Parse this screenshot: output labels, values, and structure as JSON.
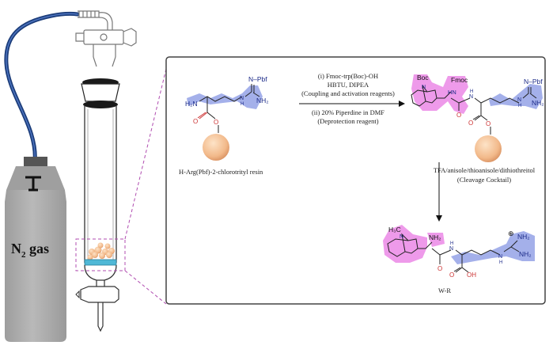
{
  "cylinder": {
    "label_main": "N",
    "label_sub": "2",
    "label_rest": " gas"
  },
  "reaction": {
    "reagent_lines": [
      "(i) Fmoc-trp(Boc)-OH",
      "HBTU, DIPEA",
      "(Coupling and activation reagents)",
      "(ii) 20% Piperdine in DMF",
      "(Deprotection reagent)"
    ],
    "starting_material": "H-Arg(Pbf)-2-chlorotrityl resin",
    "cleavage_lines": [
      "TFA/anisole/thioanisole/dithiothreitol",
      "(Cleavage Cocktail)"
    ],
    "product_label": "W-R"
  },
  "groups": {
    "pbf": "N–Pbf",
    "h2n": "H₂N",
    "nh2": "NH₂",
    "boc": "Boc",
    "fmoc": "Fmoc",
    "hn": "HN",
    "h": "H",
    "n": "N",
    "o": "O",
    "oh": "OH",
    "h3c": "H₃C",
    "plus": "⊕"
  },
  "colors": {
    "highlight_blue": "#9aa7e8",
    "highlight_pink": "#ec8fe8",
    "resin": "#f2b98a",
    "cylinder": "#a9a9a9",
    "hose": "#234a8c",
    "dashed": "#b04cb0"
  }
}
